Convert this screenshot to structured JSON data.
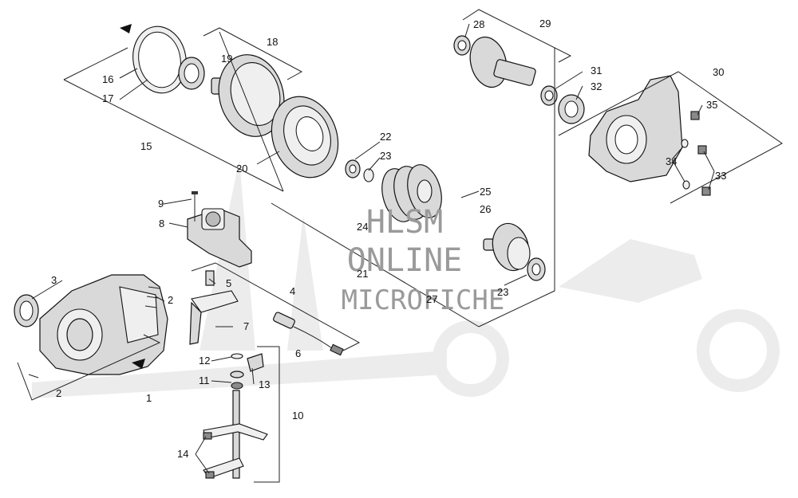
{
  "watermark": {
    "line1": "HLSM",
    "line2": "ONLINE",
    "line3": "MICROFICHE"
  },
  "callouts": {
    "c1": "1",
    "c2a": "2",
    "c2b": "2",
    "c3": "3",
    "c4": "4",
    "c5": "5",
    "c6": "6",
    "c7": "7",
    "c8": "8",
    "c9": "9",
    "c10": "10",
    "c11": "11",
    "c12": "12",
    "c13": "13",
    "c14": "14",
    "c15": "15",
    "c16": "16",
    "c17": "17",
    "c18": "18",
    "c19": "19",
    "c20": "20",
    "c21": "21",
    "c22": "22",
    "c23a": "23",
    "c23b": "23",
    "c24": "24",
    "c25": "25",
    "c26": "26",
    "c27": "27",
    "c28": "28",
    "c29": "29",
    "c30": "30",
    "c31": "31",
    "c32": "32",
    "c33": "33",
    "c34": "34",
    "c35": "35"
  },
  "icons": {
    "arrow_top": "arrow-marker-icon",
    "arrow_bottom": "arrow-marker-icon"
  }
}
